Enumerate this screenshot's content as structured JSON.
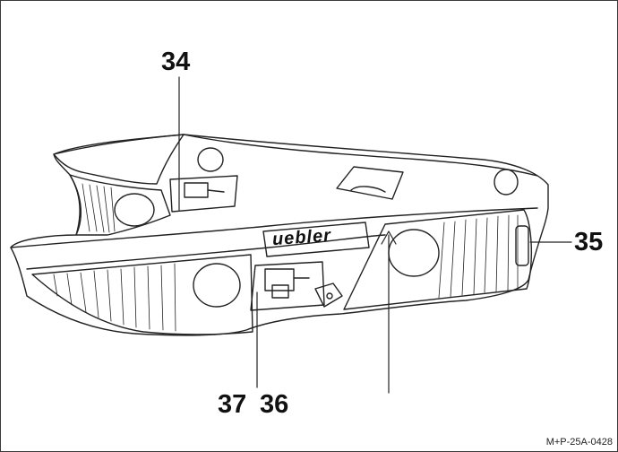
{
  "callouts": {
    "c34": "34",
    "c35": "35",
    "c37": "37",
    "c36": "36"
  },
  "brand_logo": "uebler",
  "reference_code": "M+P-25A-0428",
  "colors": {
    "line": "#222222",
    "background": "#ffffff"
  }
}
